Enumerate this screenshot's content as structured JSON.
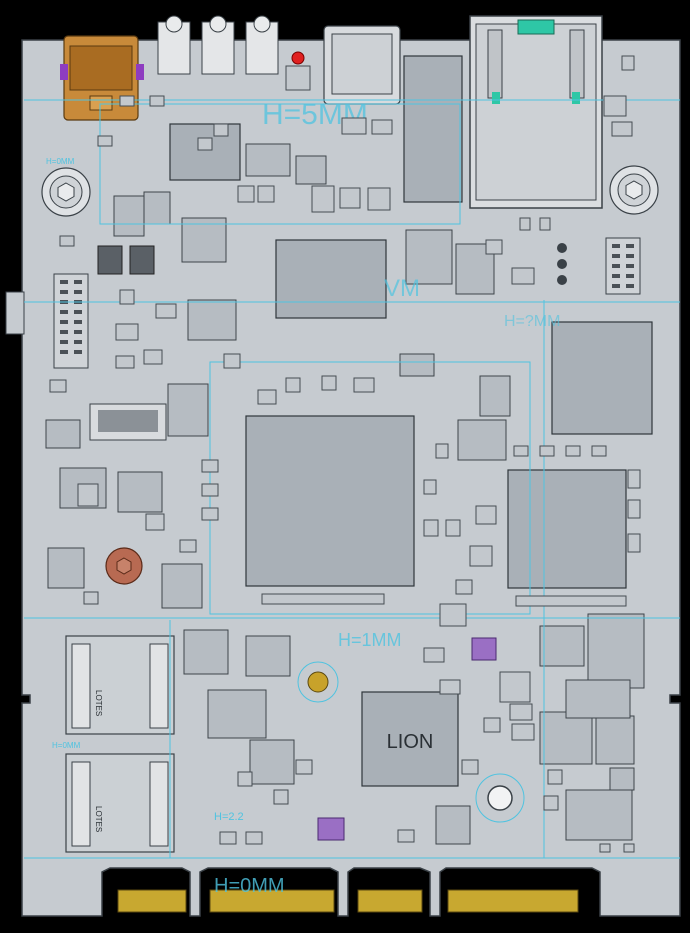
{
  "board": {
    "colors": {
      "pcb": "#c6cbd0",
      "chip": "#b6bcc2",
      "outline": "#3d444a",
      "dimension": "#4fc3e0",
      "gold_pins": "#c8a830",
      "led_red": "#e02020",
      "purple_pad": "#9a6fc4",
      "usb_copper": "#c88a3a",
      "rj45_green": "#2ec7a6"
    },
    "labels": {
      "lion_chip": "LION",
      "dim_top": "H=5MM",
      "dim_middle": "H=1MM",
      "dim_bottom_edge": "H=0MM",
      "dim_left_mount": "H=0MM",
      "dim_small": "H=2.2",
      "dim_left_sd": "H=0MM",
      "dim_vm": "VM",
      "dim_right_cn": "H=?MM",
      "sd_brand_1": "LOTES",
      "sd_brand_2": "LOTES"
    },
    "icons": {
      "mount_hole_left": "hex-screw-icon",
      "mount_hole_right": "hex-screw-icon",
      "mount_copper": "copper-screw-icon",
      "battery_holder": "coin-cell-icon",
      "adjuster": "trimmer-icon"
    }
  }
}
